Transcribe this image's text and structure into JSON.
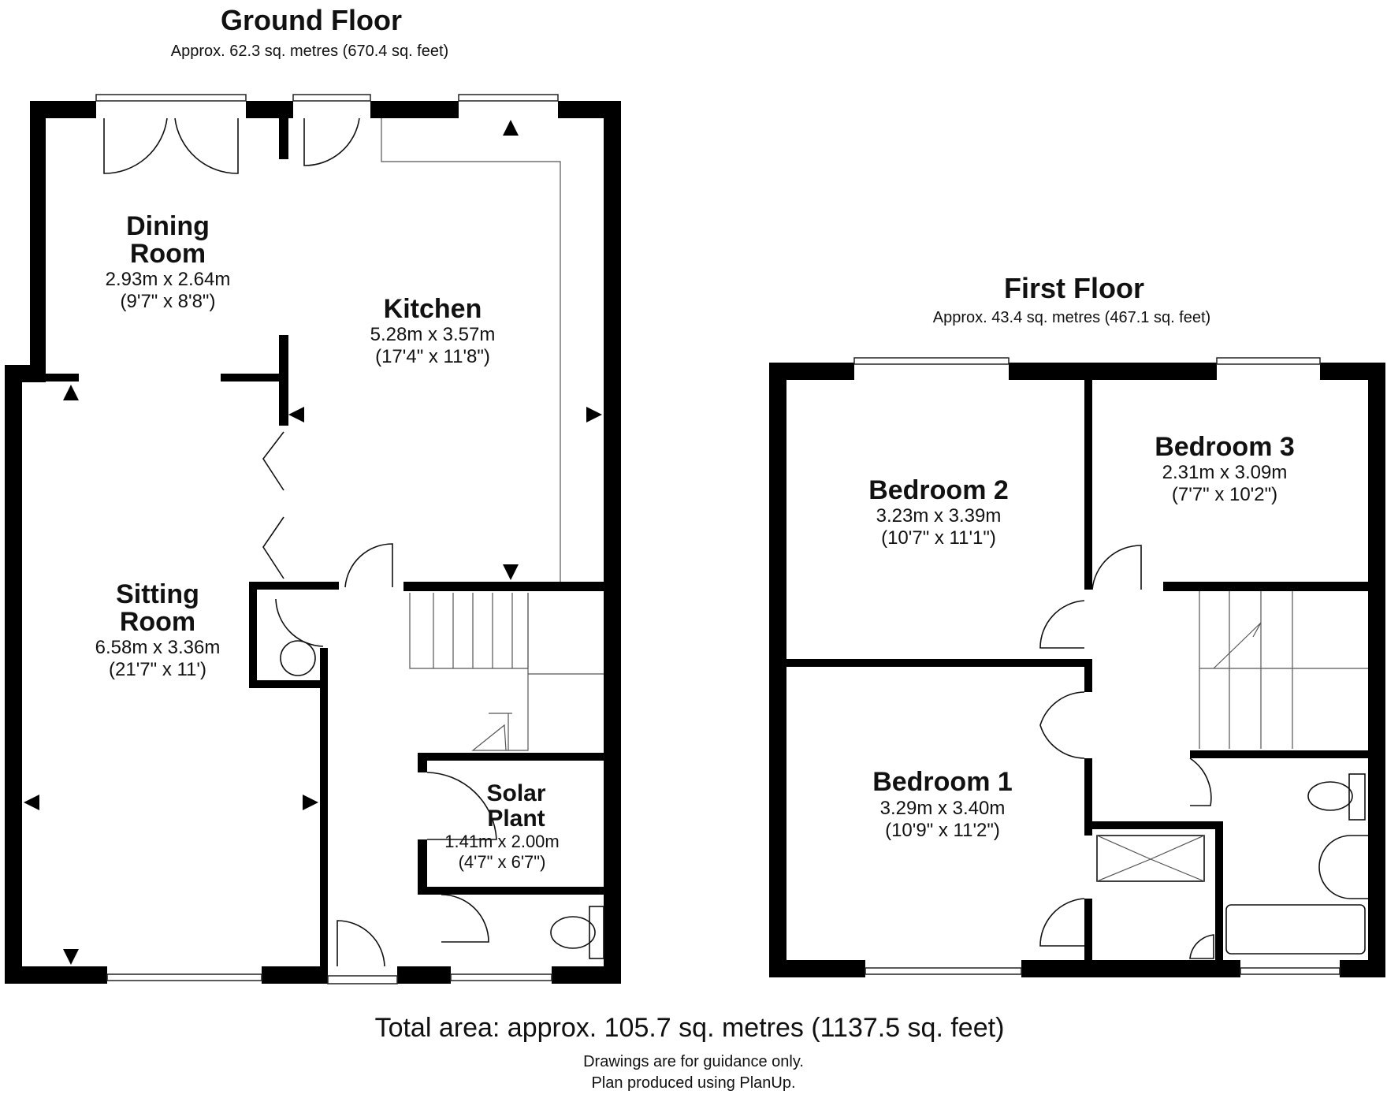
{
  "ground_floor": {
    "title": "Ground Floor",
    "area": "Approx. 62.3 sq. metres (670.4 sq. feet)",
    "rooms": [
      {
        "name_lines": [
          "Dining",
          "Room"
        ],
        "size": "2.93m x 2.64m",
        "imperial": "(9'7\" x 8'8\")"
      },
      {
        "name_lines": [
          "Kitchen"
        ],
        "size": "5.28m x 3.57m",
        "imperial": "(17'4\" x 11'8\")"
      },
      {
        "name_lines": [
          "Sitting",
          "Room"
        ],
        "size": "6.58m x 3.36m",
        "imperial": "(21'7\" x 11')"
      },
      {
        "name_lines": [
          "Solar",
          "Plant"
        ],
        "size": "1.41m x 2.00m",
        "imperial": "(4'7\" x 6'7\")"
      }
    ]
  },
  "first_floor": {
    "title": "First Floor",
    "area": "Approx. 43.4 sq. metres (467.1 sq. feet)",
    "rooms": [
      {
        "name_lines": [
          "Bedroom 2"
        ],
        "size": "3.23m x 3.39m",
        "imperial": "(10'7\" x 11'1\")"
      },
      {
        "name_lines": [
          "Bedroom 3"
        ],
        "size": "2.31m x 3.09m",
        "imperial": "(7'7\" x 10'2\")"
      },
      {
        "name_lines": [
          "Bedroom 1"
        ],
        "size": "3.29m x 3.40m",
        "imperial": "(10'9\" x 11'2\")"
      }
    ]
  },
  "footer": {
    "total": "Total area: approx. 105.7 sq. metres (1137.5 sq. feet)",
    "disclaimer1": "Drawings are for guidance only.",
    "disclaimer2": "Plan produced using PlanUp."
  }
}
